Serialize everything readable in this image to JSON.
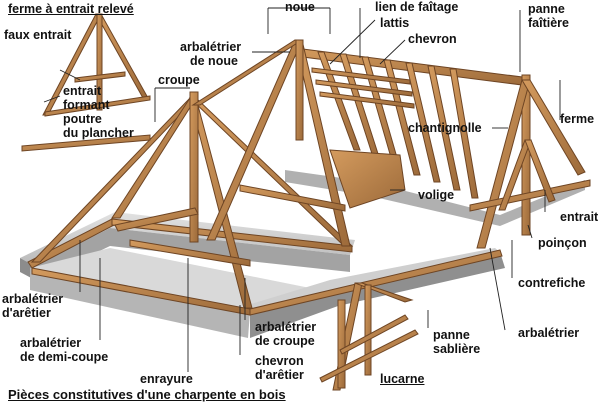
{
  "title": "Pièces constitutives d'une charpente en bois",
  "labels": {
    "ferme_entrait_releve": "ferme à entrait relevé",
    "faux_entrait": "faux entrait",
    "entrait_formant_1": "entrait",
    "entrait_formant_2": "formant",
    "entrait_formant_3": "poutre",
    "entrait_formant_4": "du plancher",
    "noue": "noue",
    "arbaletrier_de_noue_1": "arbalétrier",
    "arbaletrier_de_noue_2": "de noue",
    "croupe": "croupe",
    "lien_de_faitage": "lien de faîtage",
    "lattis": "lattis",
    "chevron": "chevron",
    "panne_faitiere_1": "panne",
    "panne_faitiere_2": "faîtière",
    "ferme": "ferme",
    "chantignolle": "chantignolle",
    "volige": "volige",
    "entrait": "entrait",
    "poincon": "poinçon",
    "contrefiche": "contrefiche",
    "arbaletrier": "arbalétrier",
    "panne_sabliere_1": "panne",
    "panne_sabliere_2": "sablière",
    "lucarne": "lucarne",
    "arbaletrier_dareter_1": "arbalétrier",
    "arbaletrier_dareter_2": "d'arêtier",
    "arbaletrier_demi_coupe_1": "arbalétrier",
    "arbaletrier_demi_coupe_2": "de demi-coupe",
    "enrayure": "enrayure",
    "arbaletrier_de_croupe_1": "arbalétrier",
    "arbaletrier_de_croupe_2": "de croupe",
    "chevron_dareter_1": "chevron",
    "chevron_dareter_2": "d'arêtier"
  },
  "colors": {
    "wood": "#c08a52",
    "wood_dark": "#6e4524",
    "wall_top": "#d7d7d7",
    "wall_side": "#8c8c8c",
    "leader": "#222222"
  }
}
